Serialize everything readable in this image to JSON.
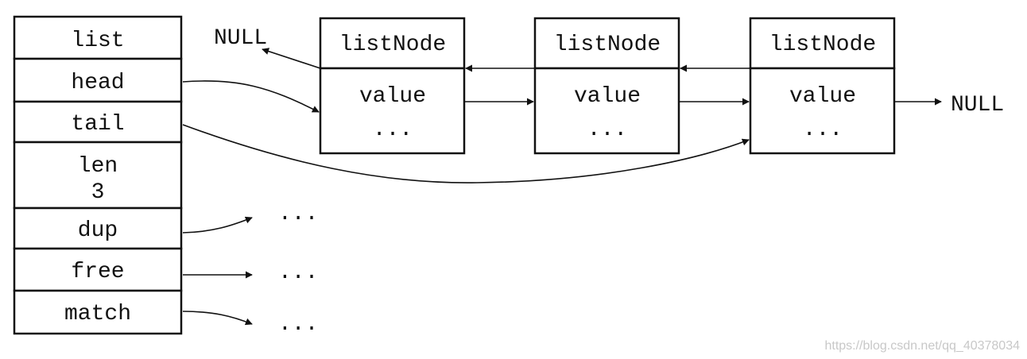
{
  "list_struct": {
    "title": "list",
    "fields": [
      "head",
      "tail",
      "len",
      "dup",
      "free",
      "match"
    ],
    "len_value": "3"
  },
  "nodes": [
    {
      "title": "listNode",
      "value": "value",
      "ellipsis": "..."
    },
    {
      "title": "listNode",
      "value": "value",
      "ellipsis": "..."
    },
    {
      "title": "listNode",
      "value": "value",
      "ellipsis": "..."
    }
  ],
  "null_label": "NULL",
  "pointer_targets": [
    "...",
    "...",
    "..."
  ],
  "watermark": "https://blog.csdn.net/qq_40378034"
}
